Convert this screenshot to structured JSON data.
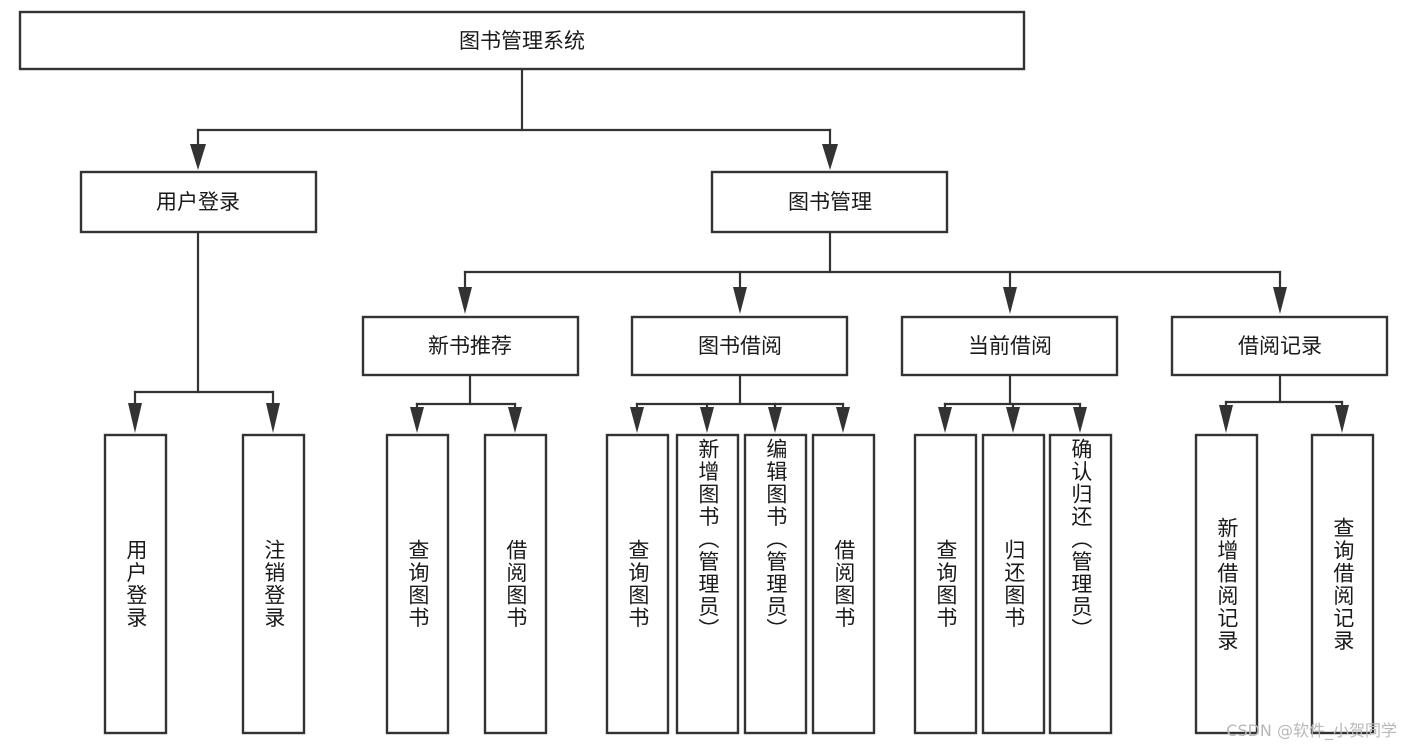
{
  "diagram": {
    "title": "图书管理系统",
    "type": "hierarchy-tree",
    "watermark": "CSDN @软件_小贺同学",
    "nodes": {
      "root": {
        "label": "图书管理系统"
      },
      "level2": [
        {
          "id": "user-login",
          "label": "用户登录"
        },
        {
          "id": "book-manage",
          "label": "图书管理"
        }
      ],
      "level3": [
        {
          "id": "new-book-recommend",
          "label": "新书推荐"
        },
        {
          "id": "book-borrow",
          "label": "图书借阅"
        },
        {
          "id": "current-borrow",
          "label": "当前借阅"
        },
        {
          "id": "borrow-record",
          "label": "借阅记录"
        }
      ],
      "leaves": [
        {
          "id": "leaf-user-login",
          "label": "用户登录",
          "parent": "user-login"
        },
        {
          "id": "leaf-logout-login",
          "label": "注销登录",
          "parent": "user-login"
        },
        {
          "id": "leaf-query-book-1",
          "label": "查询图书",
          "parent": "new-book-recommend"
        },
        {
          "id": "leaf-borrow-book-1",
          "label": "借阅图书",
          "parent": "new-book-recommend"
        },
        {
          "id": "leaf-query-book-2",
          "label": "查询图书",
          "parent": "book-borrow"
        },
        {
          "id": "leaf-add-book",
          "label": "新增图书（管理员）",
          "parent": "book-borrow"
        },
        {
          "id": "leaf-edit-book",
          "label": "编辑图书（管理员）",
          "parent": "book-borrow"
        },
        {
          "id": "leaf-borrow-book-2",
          "label": "借阅图书",
          "parent": "book-borrow"
        },
        {
          "id": "leaf-query-book-3",
          "label": "查询图书",
          "parent": "current-borrow"
        },
        {
          "id": "leaf-return-book",
          "label": "归还图书",
          "parent": "current-borrow"
        },
        {
          "id": "leaf-confirm-return",
          "label": "确认归还（管理员）",
          "parent": "current-borrow"
        },
        {
          "id": "leaf-add-record",
          "label": "新增借阅记录",
          "parent": "borrow-record"
        },
        {
          "id": "leaf-query-record",
          "label": "查询借阅记录",
          "parent": "borrow-record"
        }
      ]
    },
    "colors": {
      "stroke": "#333333",
      "fill": "#ffffff",
      "text": "#1a1a1a",
      "watermark": "#b8b8b8"
    }
  }
}
